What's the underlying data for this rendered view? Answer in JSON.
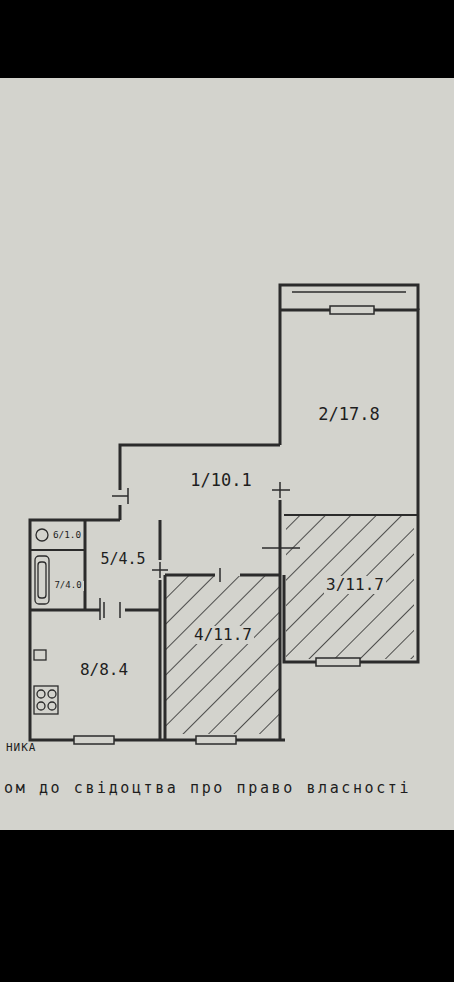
{
  "diagram": {
    "nodes": [
      {
        "text": [
          "2/17.8"
        ]
      },
      {
        "text": [
          "1/10.1"
        ]
      },
      {
        "text": [
          "6/1.0"
        ]
      },
      {
        "text": [
          "5/4.5"
        ]
      },
      {
        "text": [
          "3/11.7"
        ]
      },
      {
        "text": [
          "7/4.0"
        ]
      },
      {
        "text": [
          "8/8.4"
        ]
      },
      {
        "text": [
          "4/11.7"
        ]
      }
    ],
    "labels": [
      "НИКА",
      "ом до свідоцтва про право власності"
    ]
  }
}
